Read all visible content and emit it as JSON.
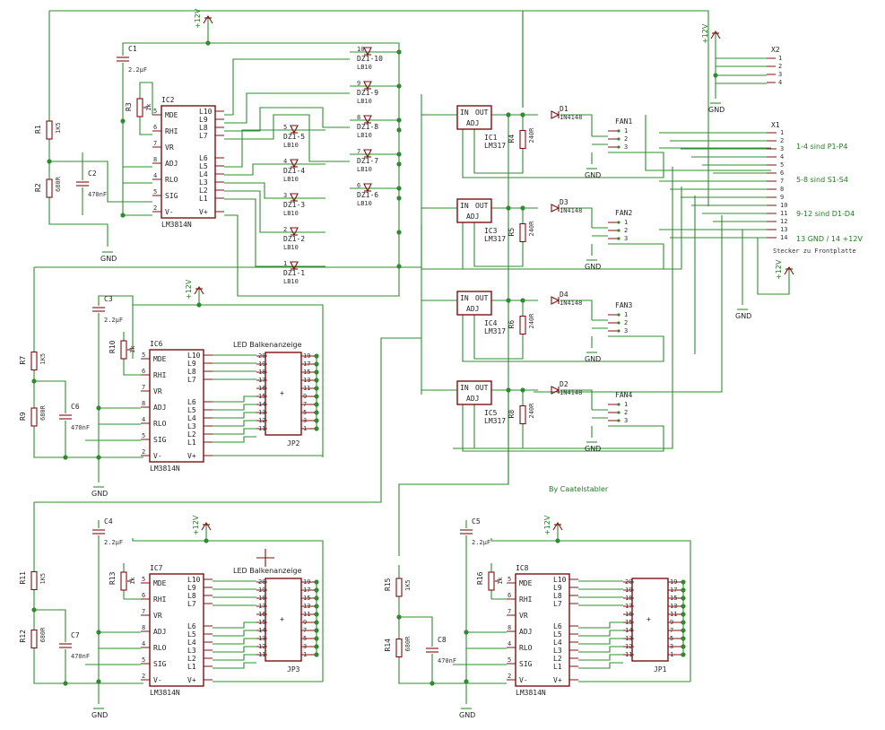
{
  "labels": {
    "vcc": "+12V",
    "gnd": "GND",
    "credit": "By Caatelstabler"
  },
  "bargraph_ics": [
    {
      "ref": "IC2",
      "part": "LM3814N",
      "pins_left": [
        "MDE",
        "RHI",
        "VR",
        "ADJ",
        "RLO",
        "SIG",
        "V-"
      ],
      "pins_right": [
        "L10",
        "L9",
        "L8",
        "L7",
        "L6",
        "L5",
        "L4",
        "L3",
        "L2",
        "L1",
        "V+"
      ]
    },
    {
      "ref": "IC6",
      "part": "LM3814N",
      "pins_left": [
        "MDE",
        "RHI",
        "VR",
        "ADJ",
        "RLO",
        "SIG",
        "V-"
      ],
      "pins_right": [
        "L10",
        "L9",
        "L8",
        "L7",
        "L6",
        "L5",
        "L4",
        "L3",
        "L2",
        "L1",
        "V+"
      ]
    },
    {
      "ref": "IC7",
      "part": "LM3814N",
      "pins_left": [
        "MDE",
        "RHI",
        "VR",
        "ADJ",
        "RLO",
        "SIG",
        "V-"
      ],
      "pins_right": [
        "L10",
        "L9",
        "L8",
        "L7",
        "L6",
        "L5",
        "L4",
        "L3",
        "L2",
        "L1",
        "V+"
      ]
    },
    {
      "ref": "IC8",
      "part": "LM3814N",
      "pins_left": [
        "MDE",
        "RHI",
        "VR",
        "ADJ",
        "RLO",
        "SIG",
        "V-"
      ],
      "pins_right": [
        "L10",
        "L9",
        "L8",
        "L7",
        "L6",
        "L5",
        "L4",
        "L3",
        "L2",
        "L1",
        "V+"
      ]
    }
  ],
  "regulators": [
    {
      "ref": "IC1",
      "part": "LM317",
      "in": "IN",
      "out": "OUT",
      "adj": "ADJ",
      "resistor": "R4",
      "rval": "240R",
      "diode": "D1",
      "dpart": "1N4148",
      "fan": "FAN1"
    },
    {
      "ref": "IC3",
      "part": "LM317",
      "in": "IN",
      "out": "OUT",
      "adj": "ADJ",
      "resistor": "R5",
      "rval": "240R",
      "diode": "D3",
      "dpart": "1N4148",
      "fan": "FAN2"
    },
    {
      "ref": "IC4",
      "part": "LM317",
      "in": "IN",
      "out": "OUT",
      "adj": "ADJ",
      "resistor": "R6",
      "rval": "240R",
      "diode": "D4",
      "dpart": "1N4148",
      "fan": "FAN3"
    },
    {
      "ref": "IC5",
      "part": "LM317",
      "in": "IN",
      "out": "OUT",
      "adj": "ADJ",
      "resistor": "R8",
      "rval": "240R",
      "diode": "D2",
      "dpart": "1N4148",
      "fan": "FAN4"
    }
  ],
  "fan_pins": [
    "1",
    "2",
    "3"
  ],
  "leds": [
    {
      "ref": "DZ1-10",
      "part": "LB10",
      "pin": "10"
    },
    {
      "ref": "DZ1-9",
      "part": "LB10",
      "pin": "9"
    },
    {
      "ref": "DZ1-8",
      "part": "LB10",
      "pin": "8"
    },
    {
      "ref": "DZ1-7",
      "part": "LB10",
      "pin": "7"
    },
    {
      "ref": "DZ1-6",
      "part": "LB10",
      "pin": "6"
    },
    {
      "ref": "DZ1-5",
      "part": "LB10",
      "pin": "5"
    },
    {
      "ref": "DZ1-4",
      "part": "LB10",
      "pin": "4"
    },
    {
      "ref": "DZ1-3",
      "part": "LB10",
      "pin": "3"
    },
    {
      "ref": "DZ1-2",
      "part": "LB10",
      "pin": "2"
    },
    {
      "ref": "DZ1-1",
      "part": "LB10",
      "pin": "1"
    }
  ],
  "bargraphs": [
    {
      "ref": "JP2",
      "title": "LED Balkenanzeige"
    },
    {
      "ref": "JP3",
      "title": "LED Balkenanzeige"
    },
    {
      "ref": "JP1",
      "title": ""
    }
  ],
  "bar_pins_left": [
    "20",
    "19",
    "18",
    "17",
    "16",
    "15",
    "14",
    "13",
    "12",
    "11"
  ],
  "bar_pins_right": [
    "19",
    "17",
    "15",
    "13",
    "11",
    "9",
    "7",
    "5",
    "3",
    "1"
  ],
  "capacitors": [
    {
      "ref": "C1",
      "value": "2.2µF"
    },
    {
      "ref": "C2",
      "value": "470nF"
    },
    {
      "ref": "C3",
      "value": "2.2µF"
    },
    {
      "ref": "C6",
      "value": "470nF"
    },
    {
      "ref": "C4",
      "value": "2.2µF"
    },
    {
      "ref": "C7",
      "value": "470nF"
    },
    {
      "ref": "C5",
      "value": "2.2µF"
    },
    {
      "ref": "C8",
      "value": "470nF"
    }
  ],
  "resistors": [
    {
      "ref": "R1",
      "value": "1K5"
    },
    {
      "ref": "R2",
      "value": "680R"
    },
    {
      "ref": "R3",
      "value": "1k"
    },
    {
      "ref": "R7",
      "value": "1K5"
    },
    {
      "ref": "R9",
      "value": "680R"
    },
    {
      "ref": "R10",
      "value": "1k"
    },
    {
      "ref": "R11",
      "value": "1K5"
    },
    {
      "ref": "R12",
      "value": "680R"
    },
    {
      "ref": "R13",
      "value": "1k"
    },
    {
      "ref": "R15",
      "value": "1K5"
    },
    {
      "ref": "R14",
      "value": "680R"
    },
    {
      "ref": "R16",
      "value": "1k"
    }
  ],
  "connectors": {
    "x2": {
      "ref": "X2",
      "pins": [
        "1",
        "2",
        "3",
        "4"
      ]
    },
    "x1": {
      "ref": "X1",
      "pins": [
        "1",
        "2",
        "3",
        "4",
        "5",
        "6",
        "7",
        "8",
        "9",
        "10",
        "11",
        "12",
        "13",
        "14"
      ]
    }
  },
  "notes": [
    "1-4 sind P1-P4",
    "5-8 sind S1-S4",
    "9-12 sind D1-D4",
    "13 GND  / 14 +12V",
    "Stecker zu Frontplatte"
  ]
}
